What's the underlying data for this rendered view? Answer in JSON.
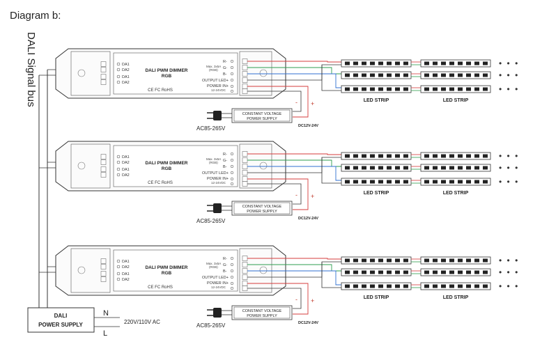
{
  "title": "Diagram b:",
  "bus_label": "DALI Signal bus",
  "controller": {
    "model_line1": "DALI PWM DIMMER",
    "model_line2": "RGB",
    "cert": "CE FC RoHS",
    "inputs": [
      "DA1",
      "DA2",
      "DA1",
      "DA2"
    ],
    "out_r": "R-",
    "out_g": "G-",
    "out_b": "B-",
    "out_plus": "OUTPUT LED+",
    "power_in": "POWER IN+",
    "power_in_minus": "-",
    "spec": "Max. 3x5A",
    "spec2": "(RGB)",
    "volt_range": "12-24VDC"
  },
  "psu": {
    "line1": "CONSTANT VOLTAGE",
    "line2": "POWER SUPPLY"
  },
  "ac_label": "AC85-265V",
  "dc_label": "DC12V-24V",
  "plus_sign": "+",
  "minus_sign": "-",
  "strip_label": "LED STRIP",
  "dots": "• • •",
  "dali_supply": {
    "line1": "DALI",
    "line2": "POWER SUPPLY"
  },
  "mains": {
    "n": "N",
    "l": "L",
    "voltage": "220V/110V AC"
  },
  "colors": {
    "red": "#d63b3b",
    "green": "#2e9e4f",
    "blue": "#2f6fd0",
    "line": "#333333"
  }
}
